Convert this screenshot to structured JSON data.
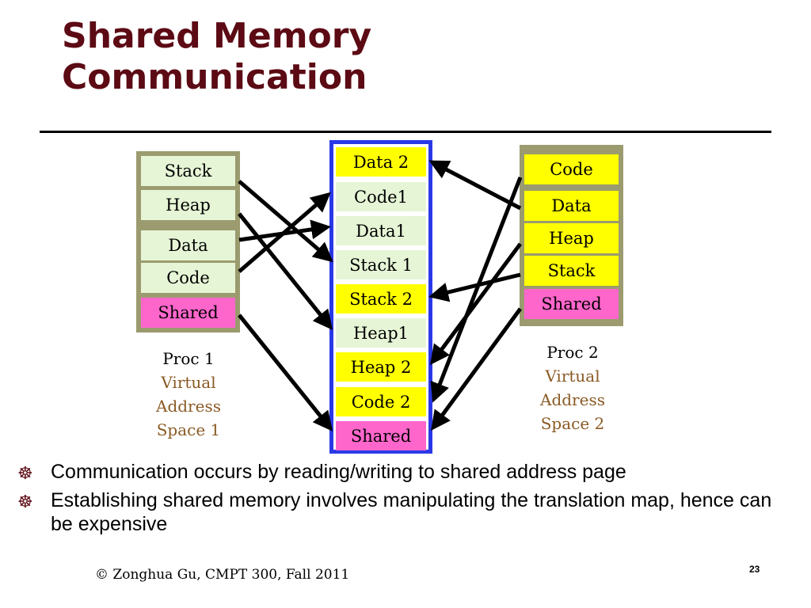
{
  "title": {
    "line1": "Shared Memory",
    "line2": "Communication"
  },
  "proc1": {
    "segments": [
      "Stack",
      "Heap",
      "Data",
      "Code",
      "Shared"
    ],
    "label": {
      "line1": "Proc 1",
      "line2": "Virtual",
      "line3": "Address",
      "line4": "Space 1"
    }
  },
  "proc2": {
    "segments": [
      "Code",
      "Data",
      "Heap",
      "Stack",
      "Shared"
    ],
    "label": {
      "line1": "Proc 2",
      "line2": "Virtual",
      "line3": "Address",
      "line4": "Space 2"
    }
  },
  "physical": {
    "segments": [
      "Data 2",
      "Code1",
      "Data1",
      "Stack 1",
      "Stack 2",
      "Heap1",
      "Heap 2",
      "Code 2",
      "Shared"
    ]
  },
  "mappings": {
    "proc1": [
      {
        "from": "Stack",
        "to": "Stack 1"
      },
      {
        "from": "Heap",
        "to": "Heap1"
      },
      {
        "from": "Data",
        "to": "Data1"
      },
      {
        "from": "Code",
        "to": "Code1"
      },
      {
        "from": "Shared",
        "to": "Shared"
      }
    ],
    "proc2": [
      {
        "from": "Code",
        "to": "Code 2"
      },
      {
        "from": "Data",
        "to": "Data 2"
      },
      {
        "from": "Heap",
        "to": "Heap 2"
      },
      {
        "from": "Stack",
        "to": "Stack 2"
      },
      {
        "from": "Shared",
        "to": "Shared"
      }
    ]
  },
  "colors": {
    "title": "#5c0a14",
    "frame": "#9b9b6f",
    "physical_border": "#2a39e6",
    "green": "#e6f5d6",
    "yellow": "#ffff00",
    "pink": "#ff66cc",
    "label_accent": "#8a5a24"
  },
  "bullets": [
    "Communication occurs by reading/writing to shared address page",
    "Establishing shared memory involves manipulating the translation map, hence can be expensive"
  ],
  "bullet_icon": "dharma-wheel-icon",
  "footer": "© Zonghua Gu, CMPT 300, Fall 2011",
  "page_number": "23"
}
